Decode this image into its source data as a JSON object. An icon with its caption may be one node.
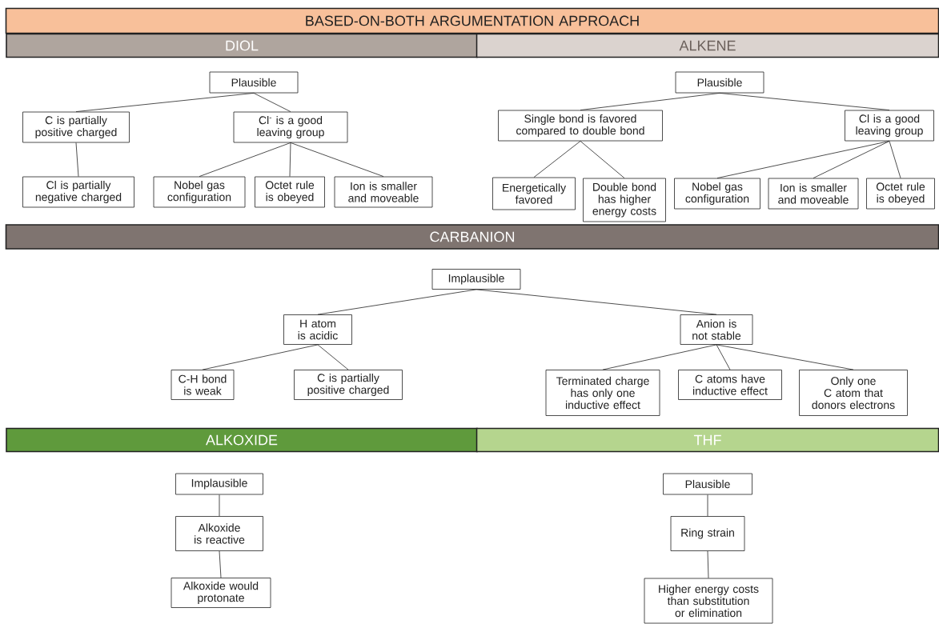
{
  "diagram": {
    "nodes": [
      {
        "text": [
          "BASED-ON-BOTH ARGUMENTATION APPROACH"
        ]
      },
      {
        "text": [
          "DIOL"
        ]
      },
      {
        "text": [
          "ALKENE"
        ]
      },
      {
        "text": [
          "Plausible"
        ]
      },
      {
        "text": [
          "C is partially positive charged"
        ]
      },
      {
        "text": [
          "Cl$^{-}$ is a good leaving group"
        ]
      },
      {
        "text": [
          "Cl is partially negative charged"
        ]
      },
      {
        "text": [
          "Nobel gas configuration"
        ]
      },
      {
        "text": [
          "Octet rule is obeyed"
        ]
      },
      {
        "text": [
          "Ion is smaller and moveable"
        ]
      },
      {
        "text": [
          "Plausible"
        ]
      },
      {
        "text": [
          "Single bond is favored compared to double bond"
        ]
      },
      {
        "text": [
          "Cl is a good leaving group"
        ]
      },
      {
        "text": [
          "Energetically favored"
        ]
      },
      {
        "text": [
          "Double bond has higher energy costs"
        ]
      },
      {
        "text": [
          "Nobel gas configuration"
        ]
      },
      {
        "text": [
          "Ion is smaller and moveable"
        ]
      },
      {
        "text": [
          "Octet rule is obeyed"
        ]
      },
      {
        "text": [
          "CARBANION"
        ]
      },
      {
        "text": [
          "Implausible"
        ]
      },
      {
        "text": [
          "H atom is acidic"
        ]
      },
      {
        "text": [
          "Anion is not stable"
        ]
      },
      {
        "text": [
          "C-H bond is weak"
        ]
      },
      {
        "text": [
          "C is partially positive charged"
        ]
      },
      {
        "text": [
          "Terminated charge has only one inductive effect"
        ]
      },
      {
        "text": [
          "C atoms have inductive effect"
        ]
      },
      {
        "text": [
          "Only one C atom that donors electrons"
        ]
      },
      {
        "text": [
          "ALKOXIDE"
        ]
      },
      {
        "text": [
          "THF"
        ]
      },
      {
        "text": [
          "Implausible"
        ]
      },
      {
        "text": [
          "Alkoxide is reactive"
        ]
      },
      {
        "text": [
          "Alkoxide would protonate"
        ]
      },
      {
        "text": [
          "Plausible"
        ]
      },
      {
        "text": [
          "Ring strain"
        ]
      },
      {
        "text": [
          "Higher energy costs than substitution or elimination"
        ]
      }
    ],
    "edges": [
      {
        "from": 3,
        "to": 4,
        "arrow": "none"
      },
      {
        "from": 3,
        "to": 5,
        "arrow": "none"
      },
      {
        "from": 4,
        "to": 6,
        "arrow": "none"
      },
      {
        "from": 5,
        "to": 7,
        "arrow": "none"
      },
      {
        "from": 5,
        "to": 8,
        "arrow": "none"
      },
      {
        "from": 5,
        "to": 9,
        "arrow": "none"
      },
      {
        "from": 10,
        "to": 11,
        "arrow": "none"
      },
      {
        "from": 10,
        "to": 12,
        "arrow": "none"
      },
      {
        "from": 11,
        "to": 13,
        "arrow": "none"
      },
      {
        "from": 11,
        "to": 14,
        "arrow": "none"
      },
      {
        "from": 12,
        "to": 15,
        "arrow": "none"
      },
      {
        "from": 12,
        "to": 16,
        "arrow": "none"
      },
      {
        "from": 12,
        "to": 17,
        "arrow": "none"
      },
      {
        "from": 19,
        "to": 20,
        "arrow": "none"
      },
      {
        "from": 19,
        "to": 21,
        "arrow": "none"
      },
      {
        "from": 20,
        "to": 22,
        "arrow": "none"
      },
      {
        "from": 20,
        "to": 23,
        "arrow": "none"
      },
      {
        "from": 21,
        "to": 24,
        "arrow": "none"
      },
      {
        "from": 21,
        "to": 25,
        "arrow": "none"
      },
      {
        "from": 21,
        "to": 26,
        "arrow": "none"
      },
      {
        "from": 29,
        "to": 30,
        "arrow": "none"
      },
      {
        "from": 30,
        "to": 31,
        "arrow": "none"
      },
      {
        "from": 32,
        "to": 33,
        "arrow": "none"
      },
      {
        "from": 33,
        "to": 34,
        "arrow": "none"
      }
    ]
  }
}
